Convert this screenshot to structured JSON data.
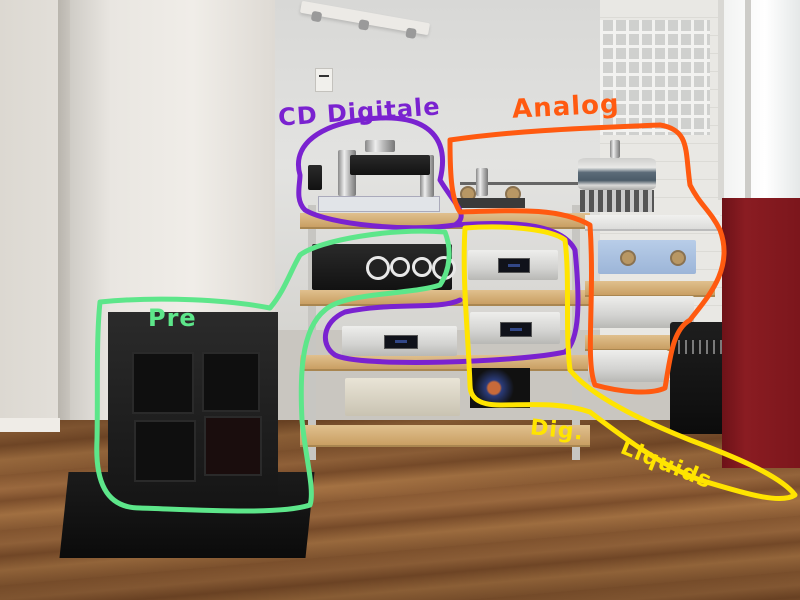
{
  "scene": {
    "description": "Hi-fi audio system on a wooden rack in a room, annotated with hand-drawn colored outlines and labels",
    "colors": {
      "cd_digitale": "#7a22d0",
      "analog": "#ff5a10",
      "pre": "#5de68a",
      "dig_liquids": "#ffe400",
      "speaker": "#7c161c",
      "floor": "#8e5e36"
    }
  },
  "annotations": [
    {
      "id": "cd-digitale",
      "label": "CD Digitale",
      "color": "#7a22d0"
    },
    {
      "id": "analog",
      "label": "Analog",
      "color": "#ff5a10"
    },
    {
      "id": "pre",
      "label": "Pre",
      "color": "#5de68a"
    },
    {
      "id": "dig",
      "label": "Dig.",
      "color": "#ffe400"
    },
    {
      "id": "liquids",
      "label": "Liquids",
      "color": "#ffe400"
    }
  ],
  "objects": {
    "cd_transport": "CD transport on acrylic base",
    "turntable": "Turntable with silver platter",
    "preamp": "Black preamplifier with open panels on plinth",
    "integrated_amp": "Black amplifier with four silver knobs",
    "dacs": "Silver digital components with displays",
    "phono_stage": "Silver units with blue face and knobs",
    "power_amp": "Silver power amplifier on bottom shelf",
    "subwoofer": "Black subwoofer",
    "speaker": "Red loudspeaker"
  }
}
